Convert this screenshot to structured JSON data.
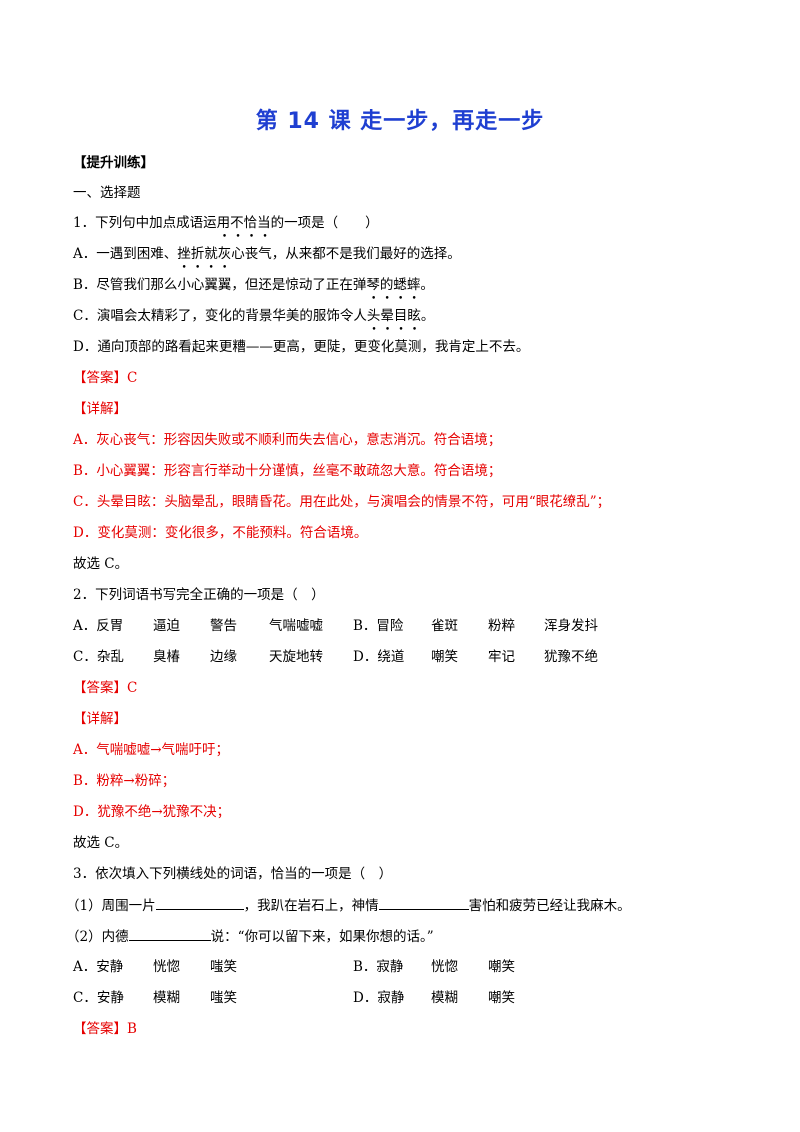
{
  "title": "第 14 课  走一步，再走一步",
  "section_heading": "【提升训练】",
  "part_one": "一、选择题",
  "q1": {
    "stem": "1．下列句中加点成语运用不恰当的一项是（　　）",
    "a": {
      "pre": "A．一遇到困难、挫折就",
      "marked": [
        "灰",
        "心",
        "丧",
        "气"
      ],
      "post": "，从来都不是我们最好的选择。"
    },
    "b": {
      "pre": "B．尽管我们那么",
      "marked": [
        "小",
        "心",
        "翼",
        "翼"
      ],
      "post": "，但还是惊动了正在弹琴的蟋蟀。"
    },
    "c": {
      "pre": "C．演唱会太精彩了，变化的背景华美的服饰令人",
      "marked": [
        "头",
        "晕",
        "目",
        "眩"
      ],
      "post": "。"
    },
    "d": {
      "pre": "D．通向顶部的路看起来更糟——更高，更陡，更",
      "marked": [
        "变",
        "化",
        "莫",
        "测"
      ],
      "post": "，我肯定上不去。"
    },
    "answer": "【答案】C",
    "detail_label": "【详解】",
    "details": [
      "A．灰心丧气：形容因失败或不顺利而失去信心，意志消沉。符合语境；",
      "B．小心翼翼：形容言行举动十分谨慎，丝毫不敢疏忽大意。符合语境；",
      "C．头晕目眩：头脑晕乱，眼睛昏花。用在此处，与演唱会的情景不符，可用“眼花缭乱”；",
      "D．变化莫测：变化很多，不能预料。符合语境。"
    ],
    "conclusion": "故选 C。"
  },
  "q2": {
    "stem": "2．下列词语书写完全正确的一项是（　）",
    "row1": [
      "A．反胃",
      "逼迫",
      "警告",
      "气喘嘘嘘",
      "B．冒险",
      "雀斑",
      "粉粹",
      "浑身发抖"
    ],
    "row2": [
      "C．杂乱",
      "臭椿",
      "边缘",
      "天旋地转",
      "D．绕道",
      "嘲笑",
      "牢记",
      "犹豫不绝"
    ],
    "answer": "【答案】C",
    "detail_label": "【详解】",
    "details": [
      "A．气喘嘘嘘→气喘吁吁；",
      "B．粉粹→粉碎；",
      "D．犹豫不绝→犹豫不决；"
    ],
    "conclusion": "故选 C。"
  },
  "q3": {
    "stem": "3．依次填入下列横线处的词语，恰当的一项是（　）",
    "s1_a": "（1）周围一片",
    "s1_b": "，我趴在岩石上，神情",
    "s1_c": "害怕和疲劳已经让我麻木。",
    "s2_a": "（2）内德",
    "s2_b": "说：“你可以留下来，如果你想的话。”",
    "opts_ab": [
      "A．安静",
      "恍惚",
      "嗤笑",
      "B．寂静",
      "恍惚",
      "嘲笑"
    ],
    "opts_cd": [
      "C．安静",
      "模糊",
      "嗤笑",
      "D．寂静",
      "模糊",
      "嘲笑"
    ],
    "answer": "【答案】B"
  },
  "colors": {
    "title": "#1f3fd1",
    "detail": "#e60000"
  }
}
